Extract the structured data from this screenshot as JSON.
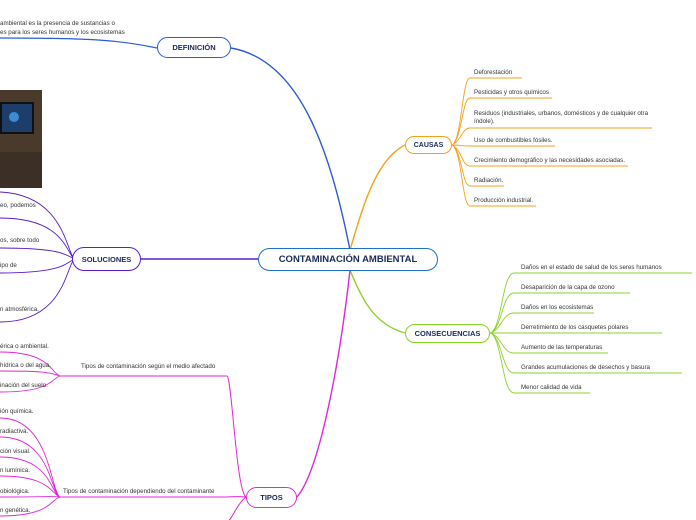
{
  "central": {
    "label": "CONTAMINACIÓN AMBIENTAL"
  },
  "definicion": {
    "label": "DEFINICIÓN",
    "text_line1": "ambiental es la presencia de sustancias o",
    "text_line2": "es para los seres humanos y los ecosistemas"
  },
  "causas": {
    "label": "CAUSAS",
    "items": [
      "Deforestación",
      "Pesticidas y otros químicos",
      "Residuos (industriales, urbanos, domésticos y de cualquier otra índole).",
      "Uso de combustibles fósiles.",
      "Crecimiento demográfico y las necesidades asociadas.",
      "Radiación.",
      "Producción industrial."
    ]
  },
  "consecuencias": {
    "label": "CONSECUENCIAS",
    "items": [
      "Daños en el estado de salud de los seres humanos",
      "Desaparición de la capa de ozono",
      "Daños en los ecosistemas",
      "Derretimiento de los casquetes polares",
      "Aumento de las temperaturas",
      "Grandes acumulaciones de desechos y basura",
      "Menor calidad de vida"
    ]
  },
  "soluciones": {
    "label": "SOLUCIONES",
    "items": [
      "eo, podemos",
      "os, sobre todo",
      "ipo de",
      "n atmosférica,"
    ]
  },
  "tipos": {
    "label": "TIPOS",
    "medio": {
      "label": "Tipos de contaminación según el medio afectado",
      "items": [
        "érica o ambiental.",
        "hídrica o del agua.",
        "inación del suelo."
      ]
    },
    "contaminante": {
      "label": "Tipos de contaminación dependiendo del contaminante",
      "items": [
        "ión química.",
        "radiactiva.",
        "ción visual.",
        "n lumínica.",
        "obiológica.",
        "n genética."
      ]
    }
  },
  "colors": {
    "definicion": "#2a5bd7",
    "causas": "#f5a11c",
    "consecuencias": "#8ad42a",
    "soluciones": "#5b1ec8",
    "tipos": "#e028d8"
  }
}
